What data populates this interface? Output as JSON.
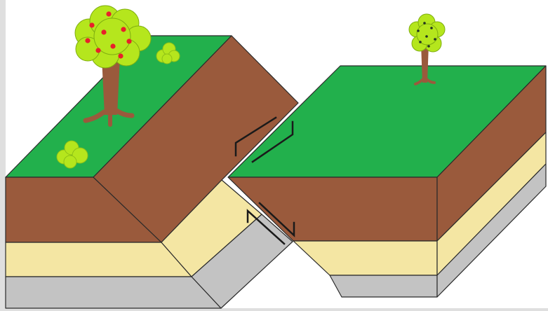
{
  "diagram": {
    "colors": {
      "grass": "#22b04c",
      "soil": "#9a5a3c",
      "sand": "#f4e6a3",
      "rock": "#c3c3c3",
      "frame": "#dfdfdf",
      "trunk": "#9a5a3c",
      "foliage": "#b5e61d",
      "fruit_red": "#e8202a",
      "fruit_dark": "#223322",
      "shrub": "#b5e61d",
      "arrow": "#1a1a1a"
    },
    "icons": {
      "left_tree": "fruit-tree-large",
      "right_tree": "fruit-tree-small",
      "shrubs": "bush",
      "arrows": "half-arrow-slip-direction"
    }
  }
}
